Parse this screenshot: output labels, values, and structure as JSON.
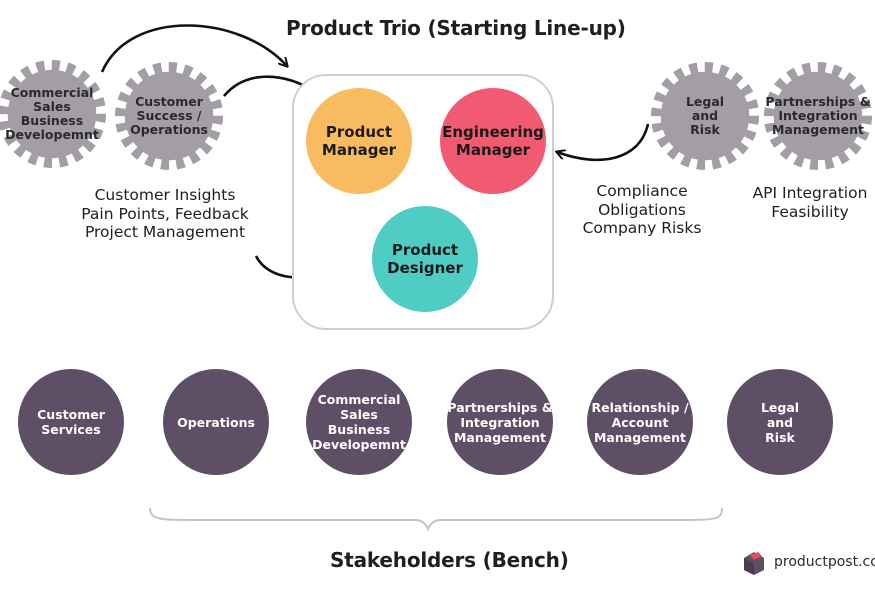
{
  "diagram": {
    "title_top": "Product Trio (Starting Line-up)",
    "title_bottom": "Stakeholders (Bench)",
    "brand": "productpost.co",
    "colors": {
      "gear": "#a39ea5",
      "product_manager": "#f9bb5f",
      "engineering_manager": "#f25a72",
      "product_designer": "#4fcdc4",
      "bench": "#5e4e66",
      "box_border": "#cfcfcf"
    },
    "gears": {
      "commercial": "Commercial\nSales\nBusiness\nDevelopemnt",
      "customer_success": "Customer\nSuccess /\nOperations",
      "legal": "Legal\nand\nRisk",
      "partnerships": "Partnerships &\nIntegration\nManagement"
    },
    "trio": {
      "product_manager": "Product\nManager",
      "engineering_manager": "Engineering\nManager",
      "product_designer": "Product\nDesigner"
    },
    "notes": {
      "customer": "Customer Insights\nPain Points, Feedback\nProject Management",
      "compliance": "Compliance\nObligations\nCompany Risks",
      "api": "API Integration\nFeasibility"
    },
    "bench": [
      "Customer\nServices",
      "Operations",
      "Commercial\nSales\nBusiness\nDevelopemnt",
      "Partnerships &\nIntegration\nManagement",
      "Relationship /\nAccount\nManagement",
      "Legal\nand\nRisk"
    ]
  }
}
